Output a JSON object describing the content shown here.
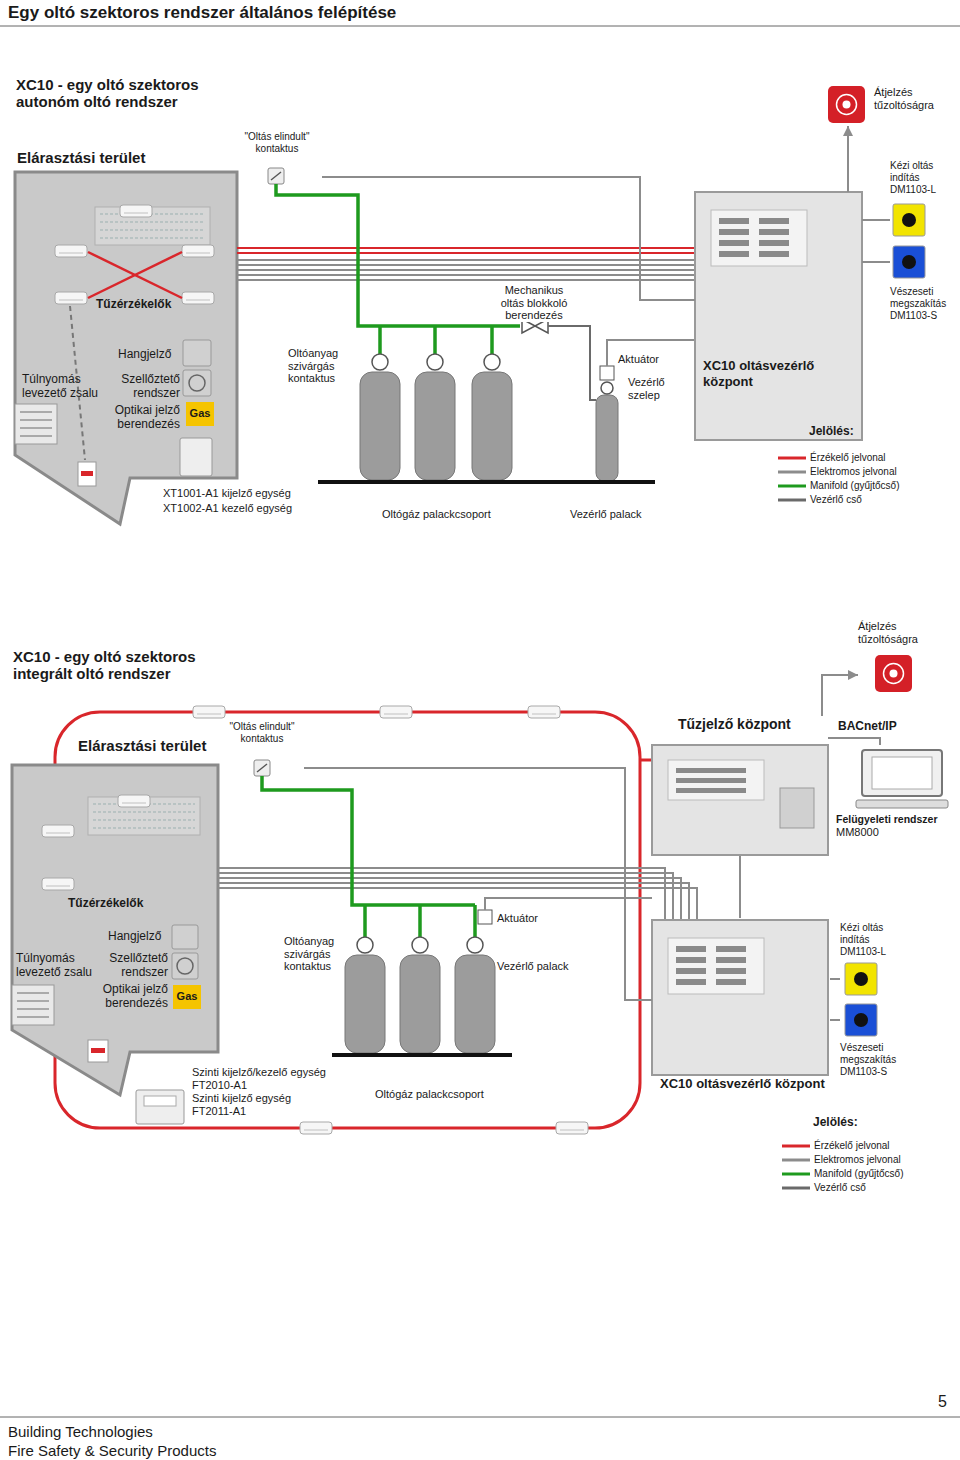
{
  "diagram": {
    "title": "Egy oltó szektoros rendszer általános felépítése",
    "nodes": [
      {
        "text": [
          "Átjelzés tűzoltóságra"
        ]
      },
      {
        "text": [
          "Elárasztási terület"
        ]
      },
      {
        "text": [
          "Gas"
        ],
        "in": 1
      },
      {
        "text": [
          "\"Oltás elindult\" kontaktus"
        ]
      },
      {
        "text": [
          "XC10 oltásvezérlő központ"
        ]
      },
      {
        "text": [
          "Kézi oltás indítás DM1103-L"
        ]
      },
      {
        "text": [
          "Vészeseti megszakítás DM1103-S"
        ]
      },
      {
        "text": [
          "Átjelzés tűzoltóságra"
        ]
      },
      {
        "text": [
          "Elárasztási terület"
        ]
      },
      {
        "text": [
          "Gas"
        ],
        "in": 8
      },
      {
        "text": [
          "\"Oltás elindult\" kontaktus"
        ]
      },
      {
        "text": [
          "Tűzjelző központ"
        ]
      },
      {
        "text": [
          "Felügyeleti rendszer",
          "MM8000"
        ]
      },
      {
        "text": [
          "XC10 oltásvezérlő központ"
        ]
      },
      {
        "text": [
          "Kézi oltás indítás DM1103-L"
        ]
      },
      {
        "text": [
          "Vészeseti megszakítás DM1103-S"
        ]
      }
    ],
    "edges": [
      {
        "from": 3,
        "to": 4,
        "arrow": "none"
      },
      {
        "from": 4,
        "to": 0,
        "arrow": "to"
      },
      {
        "from": 4,
        "to": 5,
        "arrow": "none"
      },
      {
        "from": 4,
        "to": 6,
        "arrow": "none"
      },
      {
        "from": 11,
        "to": 7,
        "arrow": "to"
      },
      {
        "from": 11,
        "to": 12,
        "label": "BACnet/IP",
        "arrow": "none"
      },
      {
        "from": 11,
        "to": 13,
        "arrow": "none"
      },
      {
        "from": 10,
        "to": 13,
        "arrow": "none"
      },
      {
        "from": 13,
        "to": 14,
        "arrow": "none"
      },
      {
        "from": 13,
        "to": 15,
        "arrow": "none"
      }
    ],
    "labels": [
      "XC10 - egy oltó szektoros autonóm oltó rendszer",
      "Tűzérzékelők",
      "Hangjelző",
      "Túlnyomás levezető zsalu",
      "Szellőztető rendszer",
      "Optikai jelző berendezés",
      "Oltóanyag szivárgás kontaktus",
      "Mechanikus oltás blokkoló berendezés",
      "Aktuátor",
      "Vezérlő szelep",
      "XT1001-A1 kijelző egység",
      "XT1002-A1 kezelő egység",
      "Oltógáz palackcsoport",
      "Vezérlő palack",
      "Jelölés:",
      "XC10 - egy oltó szektoros integrált oltó rendszer",
      "Tűzérzékelők",
      "Hangjelző",
      "Túlnyomás levezető zsalu",
      "Szellőztető rendszer",
      "Optikai jelző berendezés",
      "Oltóanyag szivárgás kontaktus",
      "Aktuátor",
      "Vezérlő palack",
      "Szinti kijelző/kezelő egység FT2010-A1",
      "Szinti kijelző egység FT2011-A1",
      "Oltógáz palackcsoport",
      "Jelölés:",
      "5",
      "Building Technologies",
      "Fire Safety & Security Products"
    ],
    "legend": [
      {
        "text": "Érzékelő jelvonal"
      },
      {
        "text": "Elektromos jelvonal"
      },
      {
        "text": "Manifold (gyűjtőcső)"
      },
      {
        "text": "Vezérlő cső"
      },
      {
        "text": "Érzékelő jelvonal"
      },
      {
        "text": "Elektromos jelvonal"
      },
      {
        "text": "Manifold (gyűjtőcső)"
      },
      {
        "text": "Vezérlő cső"
      }
    ]
  }
}
